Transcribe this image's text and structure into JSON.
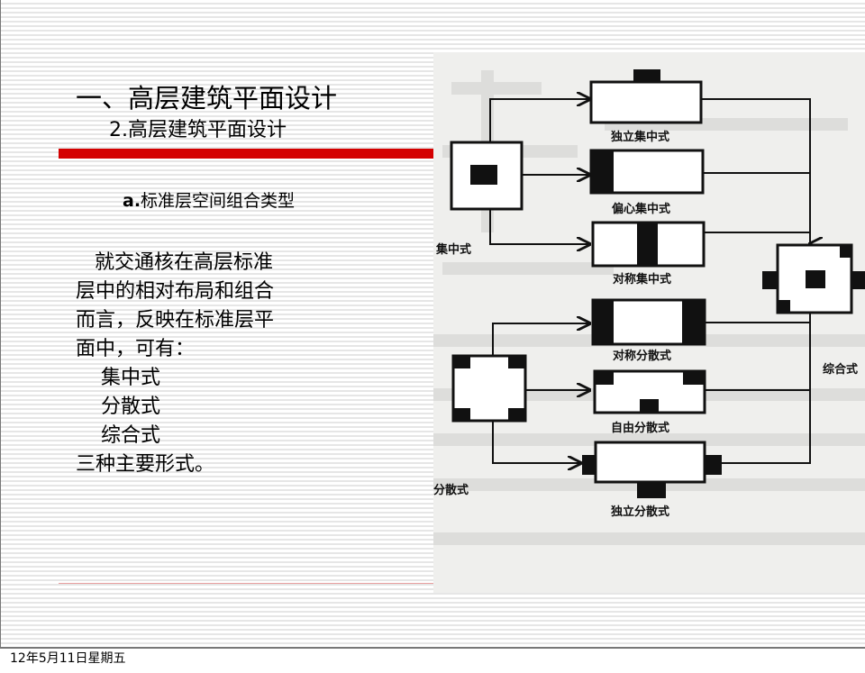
{
  "slide": {
    "title": "一、高层建筑平面设计",
    "subtitle": "2.高层建筑平面设计",
    "section_prefix": "a.",
    "section_title": "标准层空间组合类型",
    "body": "   就交通核在高层标准\n层中的相对布局和组合\n而言，反映在标准层平\n面中，可有：\n    集中式\n    分散式\n    综合式\n三种主要形式。",
    "accent_color": "#d40000"
  },
  "diagram": {
    "labels": {
      "centralized": "集中式",
      "dispersed": "分散式",
      "combined": "综合式",
      "independent_centralized": "独立集中式",
      "eccentric_centralized": "偏心集中式",
      "symmetric_centralized": "对称集中式",
      "symmetric_dispersed": "对称分散式",
      "free_dispersed": "自由分散式",
      "independent_dispersed": "独立分散式"
    }
  },
  "footer": {
    "date": "12年5月11日星期五"
  }
}
